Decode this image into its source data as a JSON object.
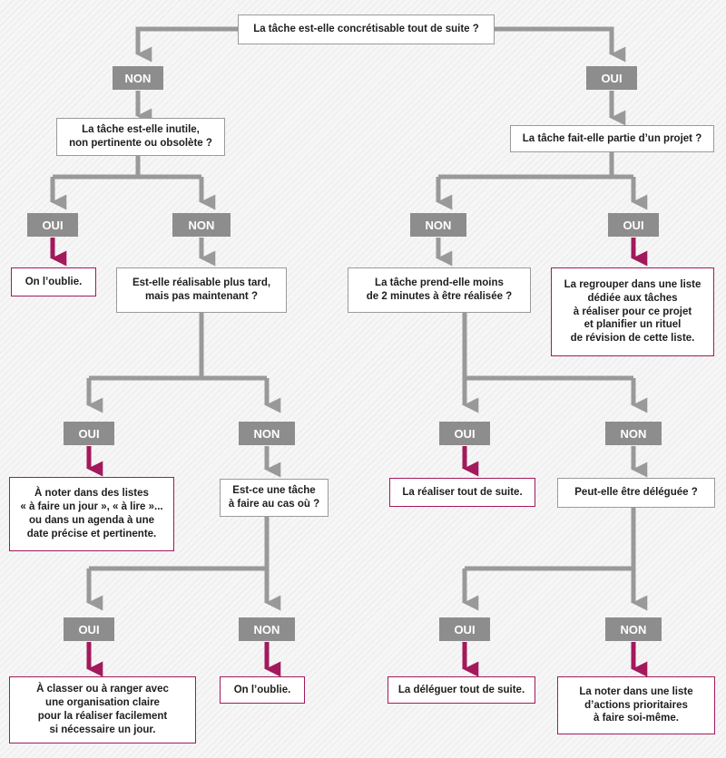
{
  "nodes": {
    "q_root": "La tâche est-elle concrétisable tout de suite ?",
    "q_useless": "La tâche est-elle inutile,\nnon pertinente ou obsolète ?",
    "q_project": "La tâche fait-elle partie d’un projet ?",
    "a_forget1": "On l’oublie.",
    "q_later": "Est-elle réalisable plus tard,\nmais pas maintenant ?",
    "q_2min": "La tâche prend-elle moins\nde 2 minutes à être réalisée ?",
    "a_group": "La regrouper dans une liste\ndédiée aux tâches\nà réaliser pour ce projet\net planifier un rituel\nde révision de cette liste.",
    "a_note_lists": "À noter dans des listes\n« à faire un jour », « à lire »...\nou dans un agenda à une\ndate précise et pertinente.",
    "q_just_in_case": "Est-ce une tâche\nà faire au cas où ?",
    "a_do_now": "La réaliser tout de suite.",
    "q_delegate": "Peut-elle être déléguée ?",
    "a_file": "À classer ou à ranger avec\nune  organisation claire\npour la réaliser facilement\nsi nécessaire un jour.",
    "a_forget2": "On l’oublie.",
    "a_delegate_now": "La déléguer tout de suite.",
    "a_note_priority": "La noter dans une liste\nd’actions prioritaires\nà faire soi-même."
  },
  "labels": {
    "yes": "OUI",
    "no": "NON"
  },
  "colors": {
    "tag_gray": "#8d8d8d",
    "connector_gray": "#999999",
    "accent_magenta": "#a3195b"
  }
}
